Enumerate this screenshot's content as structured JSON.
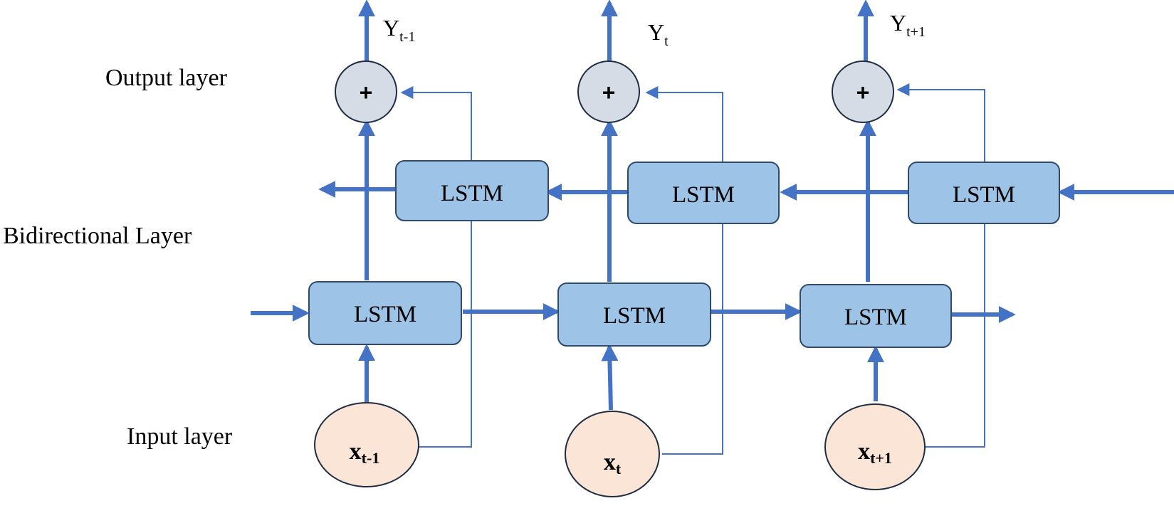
{
  "layers": {
    "output": "Output layer",
    "bidirectional": "Bidirectional Layer",
    "input": "Input layer"
  },
  "forward_cells": [
    "LSTM",
    "LSTM",
    "LSTM"
  ],
  "backward_cells": [
    "LSTM",
    "LSTM",
    "LSTM"
  ],
  "sum_nodes": [
    "+",
    "+",
    "+"
  ],
  "inputs": [
    {
      "base": "x",
      "sub": "t-1"
    },
    {
      "base": "x",
      "sub": "t"
    },
    {
      "base": "x",
      "sub": "t+1"
    }
  ],
  "outputs": [
    {
      "base": "Y",
      "sub": "t-1"
    },
    {
      "base": "Y",
      "sub": "t"
    },
    {
      "base": "Y",
      "sub": "t+1"
    }
  ],
  "colors": {
    "arrow": "#4472c4",
    "lstm_fill": "#9dc3e6",
    "sum_fill": "#d6dce5",
    "input_fill": "#fbe5d6"
  }
}
